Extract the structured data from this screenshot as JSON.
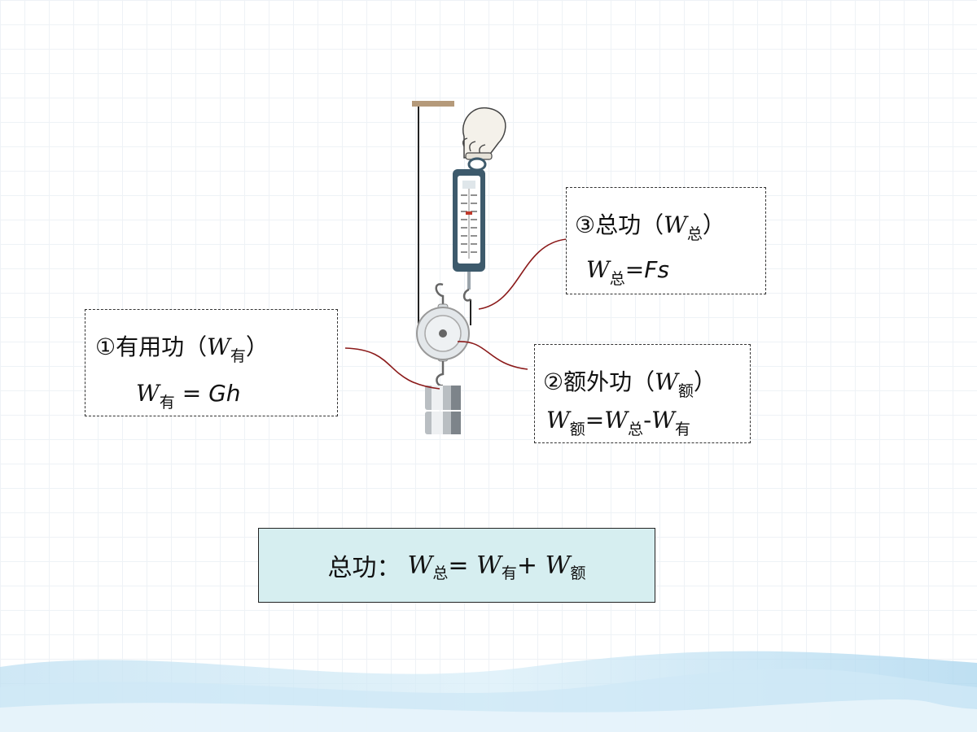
{
  "boxes": {
    "useful": {
      "title_prefix": "①有用功（",
      "title_W": "W",
      "title_sub": "有",
      "title_suffix": "）",
      "formula": {
        "lhs_W": "W",
        "lhs_sub": "有",
        "eq": " = ",
        "rhs": "Gh"
      }
    },
    "extra": {
      "title_prefix": "②额外功（",
      "title_W": "W",
      "title_sub": "额",
      "title_suffix": "）",
      "formula": {
        "lhs_W": "W",
        "lhs_sub": "额",
        "eq": "=",
        "t1_W": "W",
        "t1_sub": "总",
        "minus": "-",
        "t2_W": "W",
        "t2_sub": "有"
      }
    },
    "total": {
      "title_prefix": "③总功（",
      "title_W": "W",
      "title_sub": "总",
      "title_suffix": "）",
      "formula": {
        "lhs_W": "W",
        "lhs_sub": "总",
        "eq": "=",
        "rhs": "Fs"
      }
    }
  },
  "summary": {
    "label": "总功：",
    "t0_W": "W",
    "t0_sub": "总",
    "eq": "= ",
    "t1_W": "W",
    "t1_sub": "有",
    "plus": "+ ",
    "t2_W": "W",
    "t2_sub": "额"
  },
  "colors": {
    "connector": "#8b1a1a",
    "summary_bg": "#d6eef0",
    "spring_scale": "#3d5a6c"
  }
}
